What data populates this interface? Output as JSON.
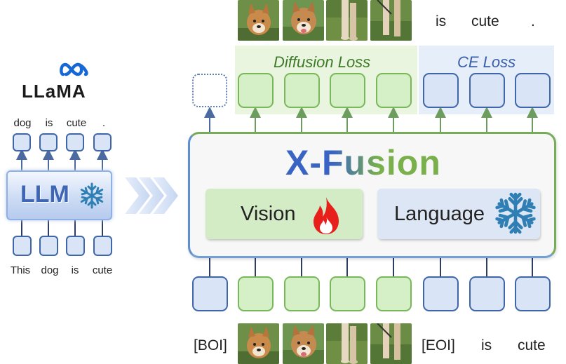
{
  "llama_logo": {
    "text": "LLaMA",
    "icon": "meta-infinity-icon"
  },
  "llm": {
    "label": "LLM",
    "output_words": [
      "dog",
      "is",
      "cute",
      "."
    ],
    "input_words": [
      "This",
      "dog",
      "is",
      "cute"
    ],
    "frozen_icon": "snowflake-icon"
  },
  "arrow_icon": "chevrons-right-icon",
  "xfusion": {
    "title": "X-Fusion",
    "vision_label": "Vision",
    "vision_icon": "fire-icon",
    "language_label": "Language",
    "language_icon": "snowflake-icon"
  },
  "losses": {
    "diffusion": "Diffusion Loss",
    "ce": "CE Loss"
  },
  "output_text_tokens": [
    "is",
    "cute",
    "."
  ],
  "input_text": {
    "boi": "[BOI]",
    "eoi": "[EOI]",
    "words": [
      "is",
      "cute"
    ]
  },
  "colors": {
    "blue_token": "#3f66a8",
    "green_token": "#79b85a",
    "title_blue": "#3a64c4",
    "title_green": "#7ab04c",
    "fire": "#e8201c"
  }
}
